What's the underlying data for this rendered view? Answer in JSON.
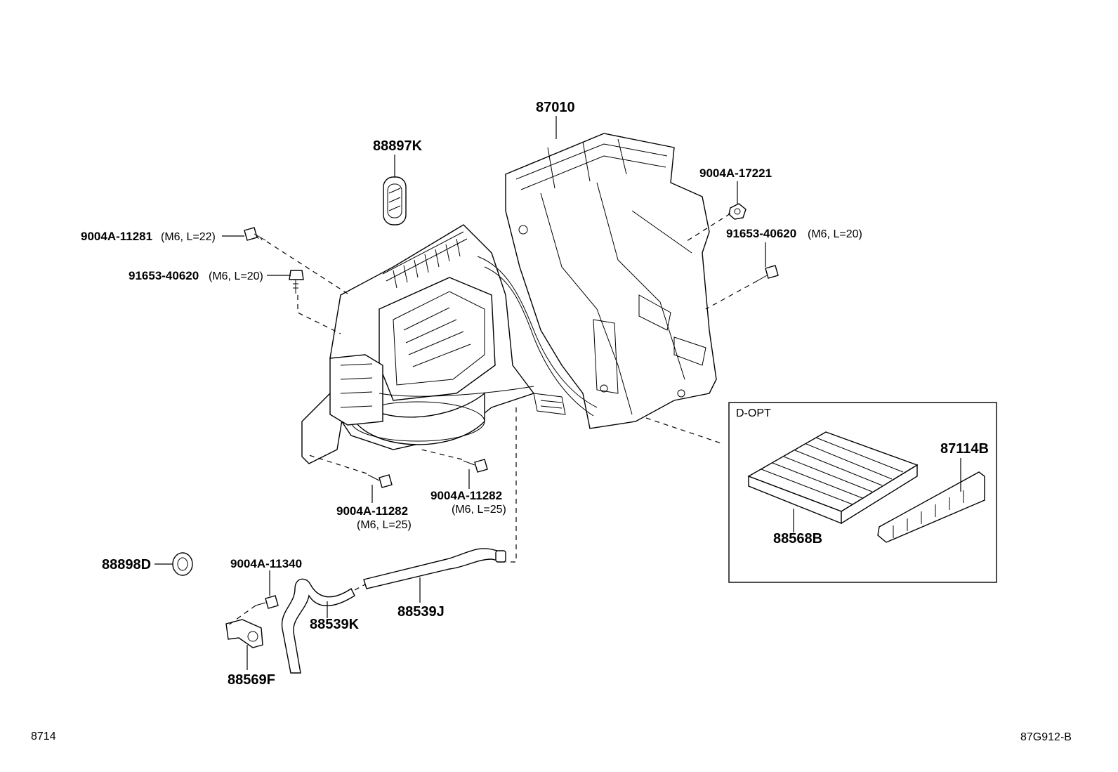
{
  "callouts": {
    "p87010": "87010",
    "p88897K": "88897K",
    "p9004A17221": "9004A-17221",
    "p9004A11281": "9004A-11281",
    "p9004A11281_spec": "(M6, L=22)",
    "p91653_left": "91653-40620",
    "p91653_left_spec": "(M6, L=20)",
    "p91653_right": "91653-40620",
    "p91653_right_spec": "(M6, L=20)",
    "p9004A11282_a": "9004A-11282",
    "p9004A11282_a_spec": "(M6, L=25)",
    "p9004A11282_b": "9004A-11282",
    "p9004A11282_b_spec": "(M6, L=25)",
    "p88898D": "88898D",
    "p9004A11340": "9004A-11340",
    "p88539K": "88539K",
    "p88539J": "88539J",
    "p88569F": "88569F",
    "p87114B": "87114B",
    "p88568B": "88568B"
  },
  "option_box": {
    "label": "D-OPT"
  },
  "footer": {
    "left_code": "8714",
    "right_code": "87G912-B"
  }
}
